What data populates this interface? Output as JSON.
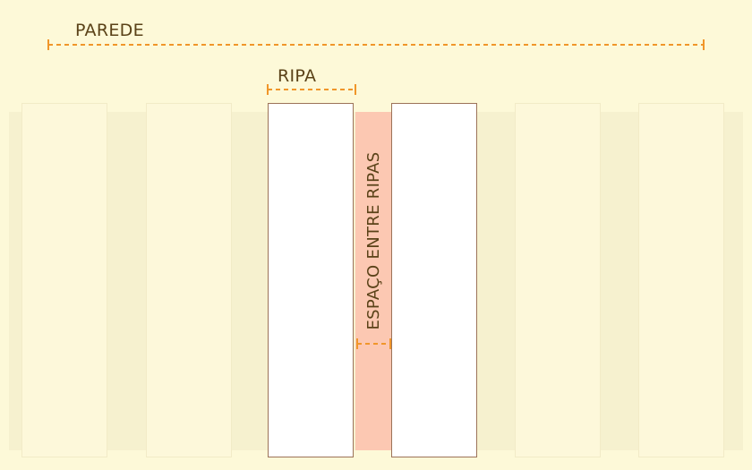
{
  "labels": {
    "wall": "PAREDE",
    "slat": "RIPA",
    "gap": "ESPAÇO ENTRE RIPAS"
  },
  "colors": {
    "background": "#fdf9d8",
    "wall_band": "#f6f1cf",
    "faded_slat": "#fdf8da",
    "focus_slat": "#ffffff",
    "slat_border": "#9c7358",
    "gap_fill": "#fcc8b2",
    "dimension_line": "#f0962a",
    "text": "#5a4218"
  }
}
